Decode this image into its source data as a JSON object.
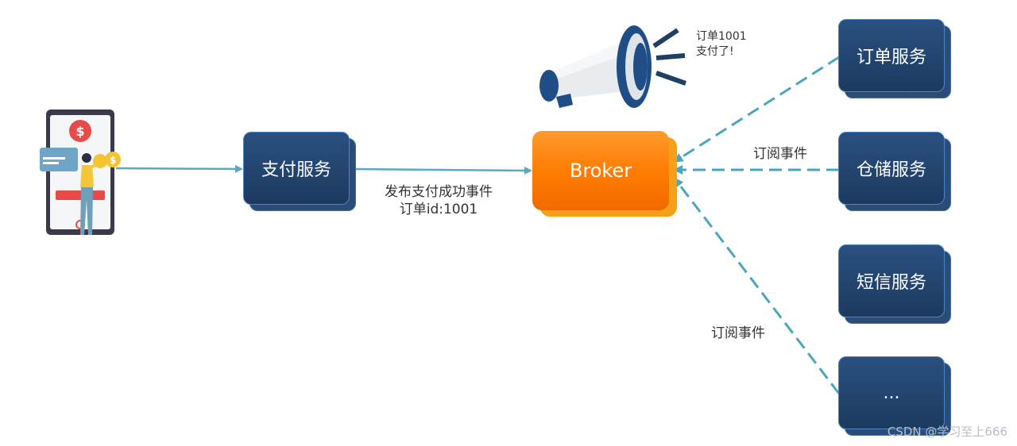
{
  "diagram": {
    "nodes": {
      "pay_service": "支付服务",
      "broker": "Broker",
      "order_service": "订单服务",
      "storage_service": "仓储服务",
      "sms_service": "短信服务",
      "more_service": "..."
    },
    "edge_labels": {
      "publish_line1": "发布支付成功事件",
      "publish_line2": "订单id:1001",
      "subscribe_top": "订阅事件",
      "subscribe_bottom": "订阅事件"
    },
    "announcement": {
      "line1": "订单1001",
      "line2": "支付了!"
    }
  },
  "colors": {
    "service_blue": "#1c3a5f",
    "broker_orange": "#ff7a00",
    "arrow_blue": "#5ba7c4",
    "dashed_teal": "#4aa6c0"
  },
  "icons": {
    "phone_payment": "phone-payment-illustration-icon",
    "megaphone": "megaphone-icon"
  },
  "watermark": "CSDN @学习至上666"
}
